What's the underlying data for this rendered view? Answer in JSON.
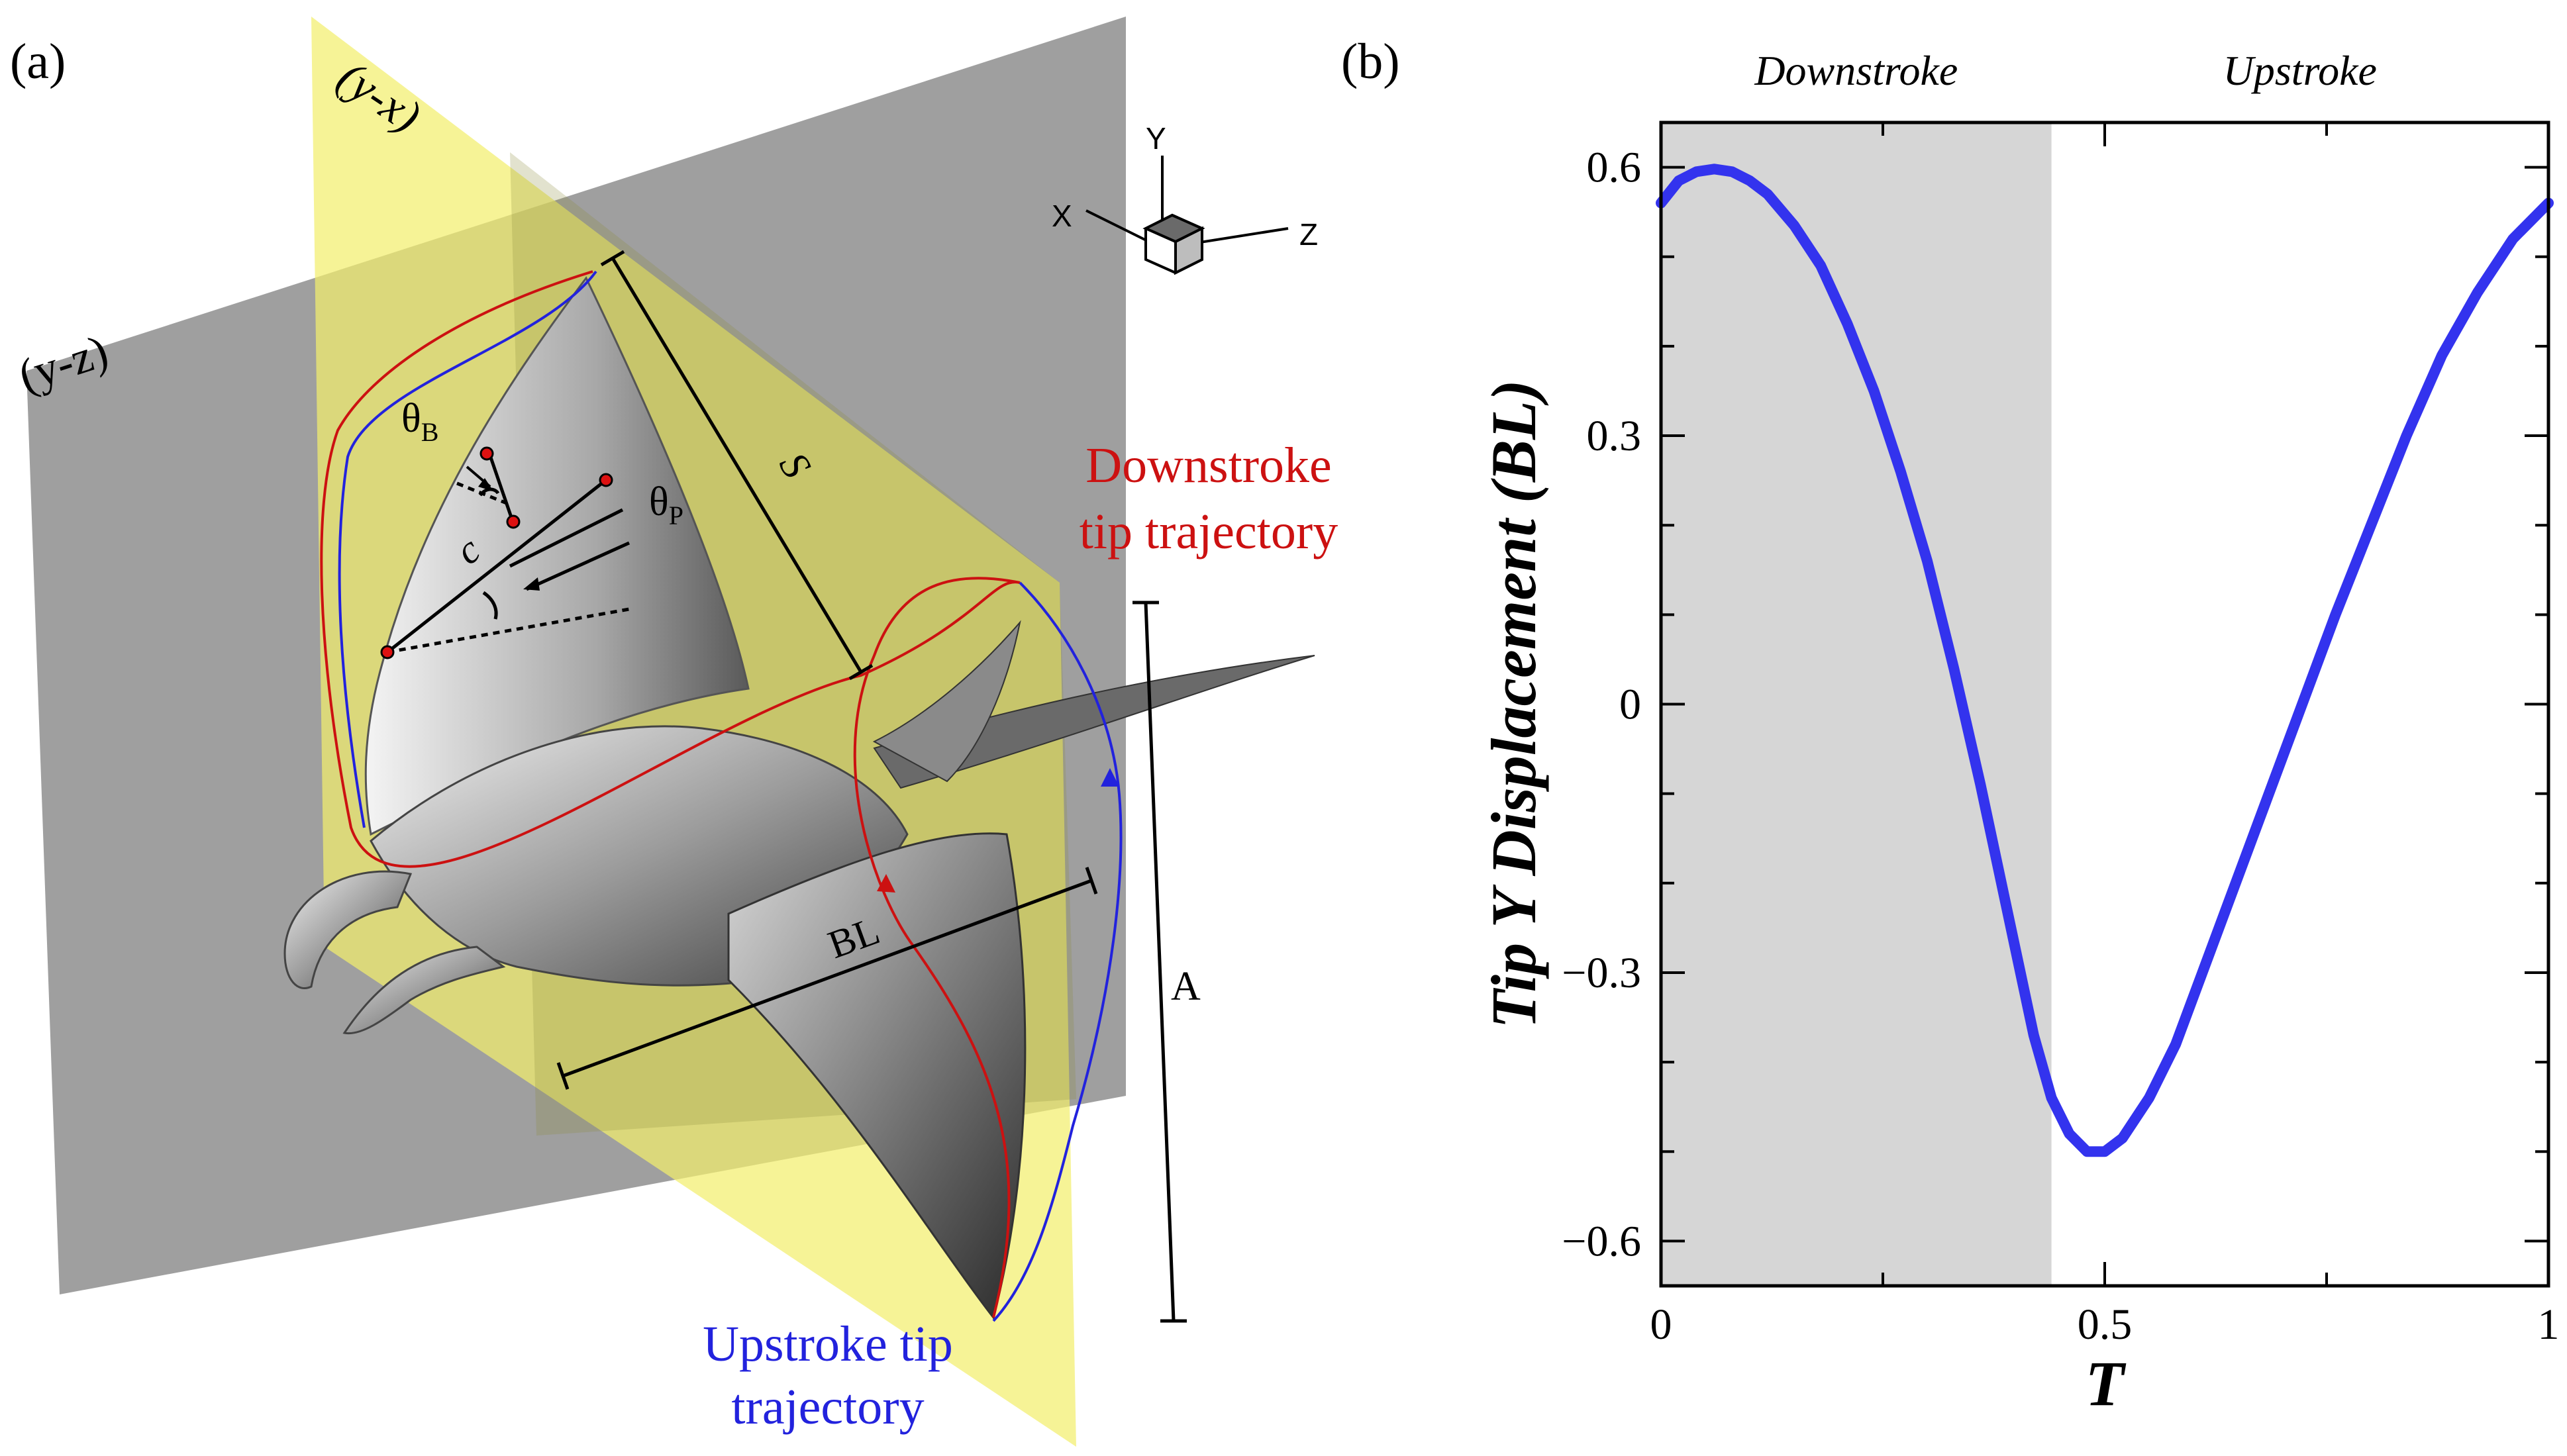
{
  "panel_a": {
    "label": "(a)",
    "plane_yz": "(y-z)",
    "plane_yx": "(y-x)",
    "axes": {
      "y": "Y",
      "x": "X",
      "z": "Z"
    },
    "theta_b": {
      "symbol": "θ",
      "subscript": "B"
    },
    "theta_p": {
      "symbol": "θ",
      "subscript": "P"
    },
    "chord": "c",
    "span": "S",
    "body_length": "BL",
    "amplitude": "A",
    "downstroke_line1": "Downstroke",
    "downstroke_line2": "tip trajectory",
    "upstroke_line1": "Upstroke tip",
    "upstroke_line2": "trajectory",
    "colors": {
      "downstroke": "#cc1111",
      "upstroke": "#2222dd",
      "plane_yz": "#9a9a9a",
      "plane_yx": "#f3ee6e"
    }
  },
  "panel_b": {
    "label": "(b)",
    "downstroke_label": "Downstroke",
    "upstroke_label": "Upstroke",
    "line_color": "#3333ee",
    "shade_color": "#d6d6d6"
  },
  "chart_data": {
    "type": "line",
    "xlabel": "T",
    "ylabel": "Tip Y Displacement (BL)",
    "xlim": [
      0,
      1
    ],
    "ylim": [
      -0.65,
      0.65
    ],
    "xticks": [
      "0",
      "0.5",
      "1"
    ],
    "xtick_values": [
      0,
      0.5,
      1
    ],
    "yticks": [
      "−0.6",
      "−0.3",
      "0",
      "0.3",
      "0.6"
    ],
    "ytick_values": [
      -0.6,
      -0.3,
      0,
      0.3,
      0.6
    ],
    "shaded_region": {
      "label": "Downstroke",
      "x0": 0,
      "x1": 0.44
    },
    "series": [
      {
        "x": [
          0,
          0.02,
          0.04,
          0.06,
          0.08,
          0.1,
          0.12,
          0.15,
          0.18,
          0.21,
          0.24,
          0.27,
          0.3,
          0.33,
          0.36,
          0.39,
          0.42,
          0.44,
          0.46,
          0.48,
          0.5,
          0.52,
          0.55,
          0.58,
          0.61,
          0.64,
          0.67,
          0.7,
          0.73,
          0.76,
          0.8,
          0.84,
          0.88,
          0.92,
          0.96,
          1
        ],
        "y": [
          0.56,
          0.585,
          0.595,
          0.598,
          0.595,
          0.585,
          0.57,
          0.535,
          0.49,
          0.425,
          0.35,
          0.26,
          0.16,
          0.04,
          -0.09,
          -0.23,
          -0.37,
          -0.44,
          -0.48,
          -0.5,
          -0.5,
          -0.485,
          -0.44,
          -0.38,
          -0.3,
          -0.22,
          -0.14,
          -0.06,
          0.02,
          0.1,
          0.2,
          0.3,
          0.39,
          0.46,
          0.52,
          0.56
        ]
      }
    ]
  }
}
